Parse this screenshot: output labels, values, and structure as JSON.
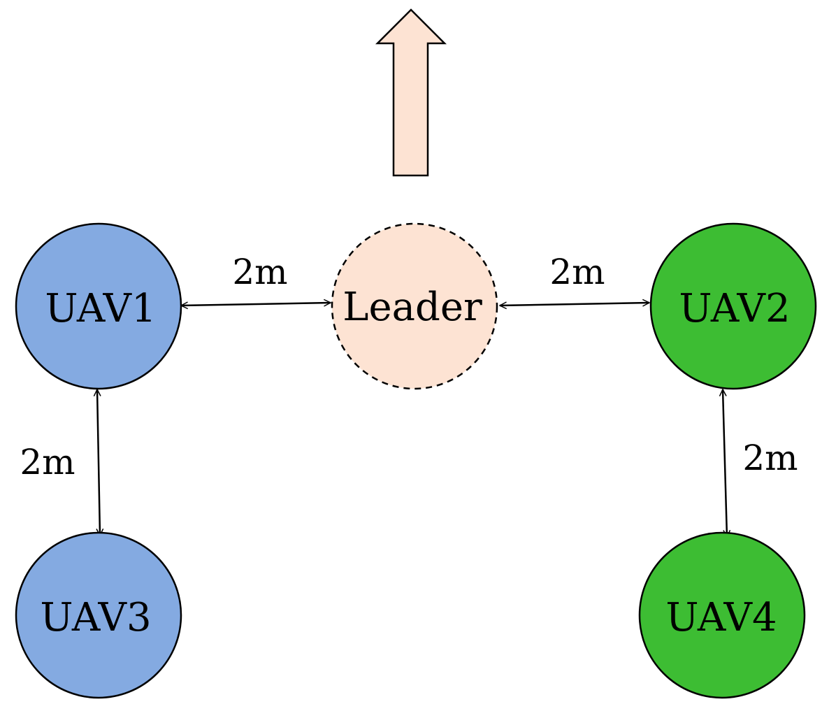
{
  "nodes": {
    "leader": {
      "label": "Leader",
      "fill": "#fde3d3",
      "style": "dashed"
    },
    "uav1": {
      "label": "UAV1",
      "fill": "#84aae1",
      "style": "solid"
    },
    "uav2": {
      "label": "UAV2",
      "fill": "#3dbd33",
      "style": "solid"
    },
    "uav3": {
      "label": "UAV3",
      "fill": "#84aae1",
      "style": "solid"
    },
    "uav4": {
      "label": "UAV4",
      "fill": "#3dbd33",
      "style": "solid"
    }
  },
  "edges": [
    {
      "from": "uav1",
      "to": "leader",
      "label": "2m",
      "bidirectional": true
    },
    {
      "from": "leader",
      "to": "uav2",
      "label": "2m",
      "bidirectional": true
    },
    {
      "from": "uav1",
      "to": "uav3",
      "label": "2m",
      "bidirectional": true
    },
    {
      "from": "uav2",
      "to": "uav4",
      "label": "2m",
      "bidirectional": true
    }
  ],
  "heading_arrow": {
    "direction": "up",
    "fill": "#fde3d3"
  },
  "colors": {
    "stroke": "#000000",
    "background": "#ffffff"
  }
}
